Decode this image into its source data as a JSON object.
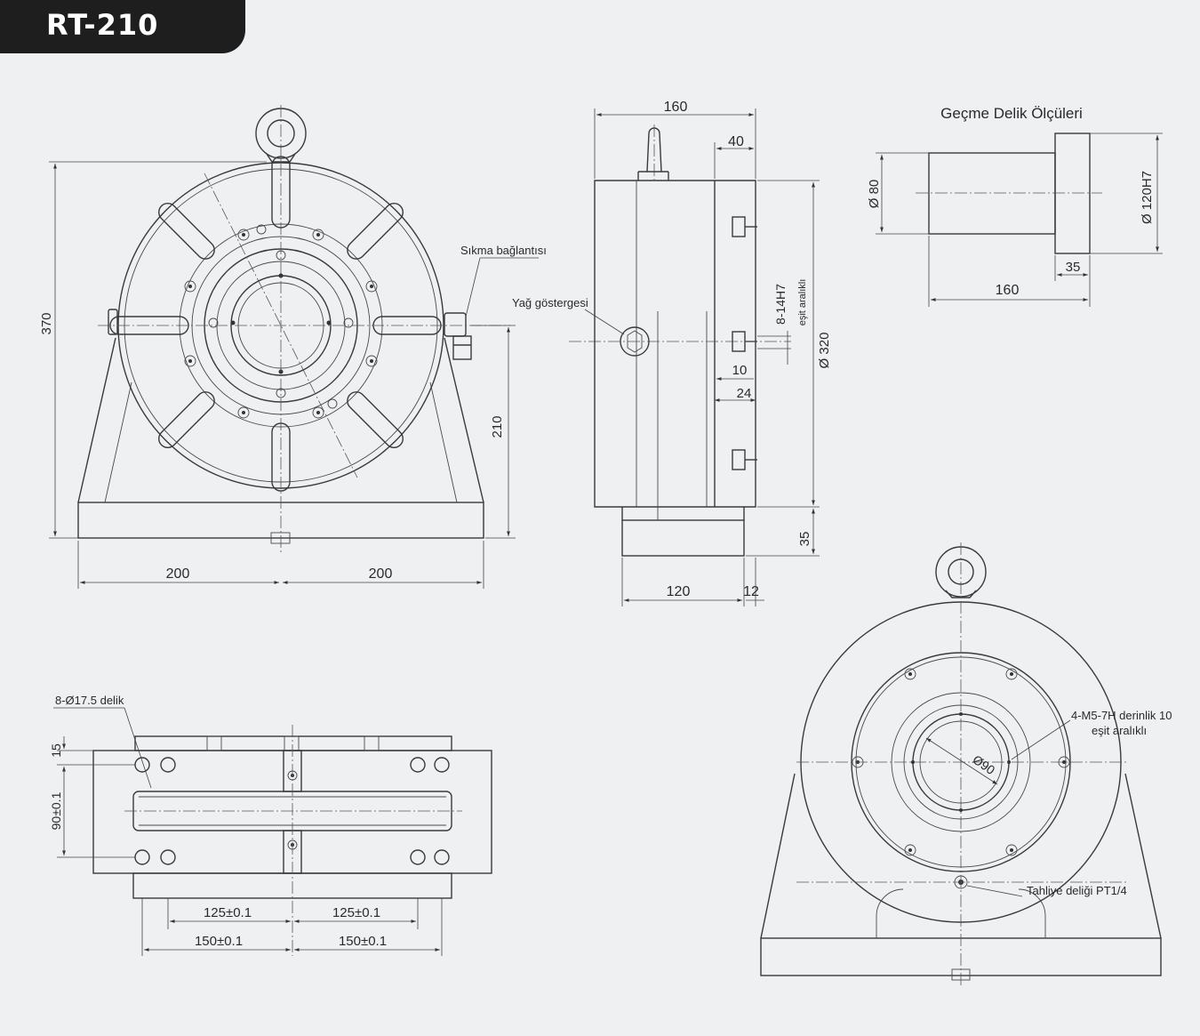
{
  "title": "RT-210",
  "front_view": {
    "dim_height": "370",
    "dim_left": "200",
    "dim_right": "200",
    "dim_center_height": "210",
    "label_clamp": "Sıkma bağlantısı"
  },
  "side_view": {
    "dim_width": "160",
    "dim_40": "40",
    "label_oil": "Yağ göstergesi",
    "dim_slot": "8-14H7",
    "dim_slot_note": "eşit aralıklı",
    "dim_10": "10",
    "dim_24": "24",
    "dim_dia": "Ø 320",
    "dim_35": "35",
    "dim_120": "120",
    "dim_12": "12"
  },
  "bore": {
    "title": "Geçme Delik Ölçüleri",
    "dim_d80": "Ø 80",
    "dim_d120": "Ø 120H7",
    "dim_35": "35",
    "dim_160": "160"
  },
  "base_view": {
    "label_holes": "8-Ø17.5 delik",
    "dim_15": "15",
    "dim_90": "90±0.1",
    "dim_125_left": "125±0.1",
    "dim_125_right": "125±0.1",
    "dim_150_left": "150±0.1",
    "dim_150_right": "150±0.1"
  },
  "rear_view": {
    "label_threads": "4-M5-7H derinlik 10",
    "label_threads_note": "eşit aralıklı",
    "dim_d90": "Ø90",
    "label_drain": "Tahliye deliği PT1/4"
  }
}
